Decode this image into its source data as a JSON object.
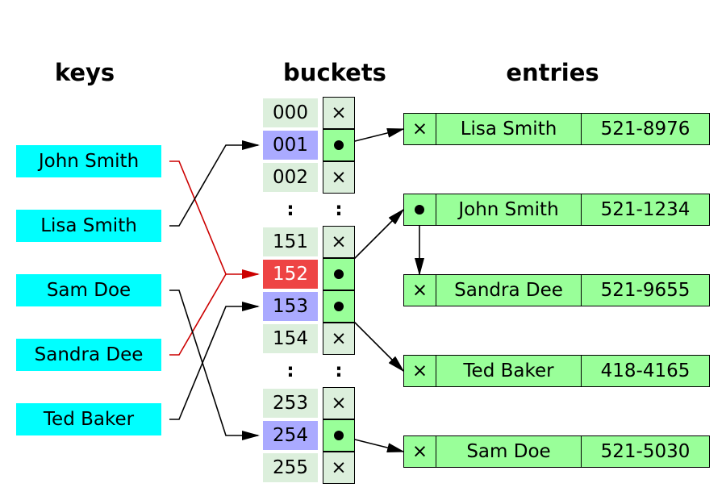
{
  "headings": {
    "keys": "keys",
    "buckets": "buckets",
    "entries": "entries"
  },
  "keys": [
    "John Smith",
    "Lisa Smith",
    "Sam Doe",
    "Sandra Dee",
    "Ted Baker"
  ],
  "buckets": [
    {
      "index": "000",
      "slot": "×",
      "style": "plain"
    },
    {
      "index": "001",
      "slot": "",
      "style": "hashed"
    },
    {
      "index": "002",
      "slot": "×",
      "style": "plain"
    },
    {
      "index": "151",
      "slot": "×",
      "style": "plain"
    },
    {
      "index": "152",
      "slot": "",
      "style": "collision"
    },
    {
      "index": "153",
      "slot": "",
      "style": "hashed"
    },
    {
      "index": "154",
      "slot": "×",
      "style": "plain"
    },
    {
      "index": "253",
      "slot": "×",
      "style": "plain"
    },
    {
      "index": "254",
      "slot": "",
      "style": "hashed"
    },
    {
      "index": "255",
      "slot": "×",
      "style": "plain"
    }
  ],
  "ellipsis": ":",
  "entries": [
    {
      "next": "×",
      "name": "Lisa Smith",
      "phone": "521-8976"
    },
    {
      "next": "",
      "name": "John Smith",
      "phone": "521-1234"
    },
    {
      "next": "×",
      "name": "Sandra Dee",
      "phone": "521-9655"
    },
    {
      "next": "×",
      "name": "Ted Baker",
      "phone": "418-4165"
    },
    {
      "next": "×",
      "name": "Sam Doe",
      "phone": "521-5030"
    }
  ],
  "colors": {
    "key_fill": "#00ffff",
    "bucket_index_fill": "#dcefdc",
    "hashed_fill": "#aaaaff",
    "collision_fill": "#ee4444",
    "slot_empty_fill": "#dcefdc",
    "slot_pointer_fill": "#99ff99",
    "entry_fill": "#99ff99",
    "collision_wire": "#cc0000",
    "wire": "#000000"
  }
}
